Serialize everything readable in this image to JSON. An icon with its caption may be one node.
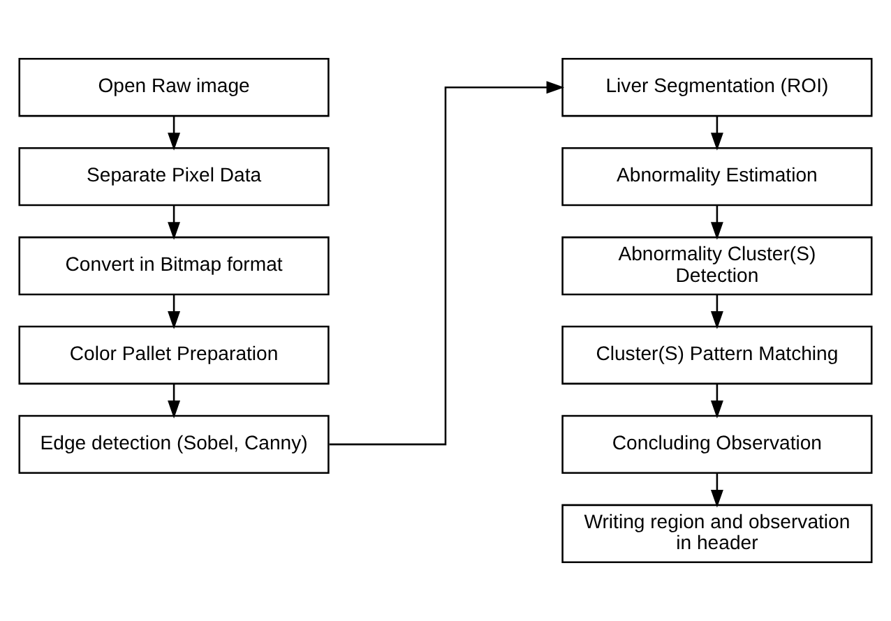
{
  "diagram": {
    "nodes": [
      {
        "text": [
          "Open Raw image"
        ]
      },
      {
        "text": [
          "Separate Pixel Data"
        ]
      },
      {
        "text": [
          "Convert in Bitmap format"
        ]
      },
      {
        "text": [
          "Color Pallet Preparation"
        ]
      },
      {
        "text": [
          "Edge detection (Sobel, Canny)"
        ]
      },
      {
        "text": [
          "Liver Segmentation (ROI)"
        ]
      },
      {
        "text": [
          "Abnormality Estimation"
        ]
      },
      {
        "text": [
          "Abnormality Cluster(S) Detection"
        ]
      },
      {
        "text": [
          "Cluster(S) Pattern Matching"
        ]
      },
      {
        "text": [
          "Concluding Observation"
        ]
      },
      {
        "text": [
          "Writing region and observation in header"
        ]
      }
    ],
    "edges": [
      {
        "from": 0,
        "to": 1,
        "arrow": "to"
      },
      {
        "from": 1,
        "to": 2,
        "arrow": "to"
      },
      {
        "from": 2,
        "to": 3,
        "arrow": "to"
      },
      {
        "from": 3,
        "to": 4,
        "arrow": "to"
      },
      {
        "from": 4,
        "to": 5,
        "arrow": "to"
      },
      {
        "from": 5,
        "to": 6,
        "arrow": "to"
      },
      {
        "from": 6,
        "to": 7,
        "arrow": "to"
      },
      {
        "from": 7,
        "to": 8,
        "arrow": "to"
      },
      {
        "from": 8,
        "to": 9,
        "arrow": "to"
      },
      {
        "from": 9,
        "to": 10,
        "arrow": "to"
      }
    ]
  }
}
